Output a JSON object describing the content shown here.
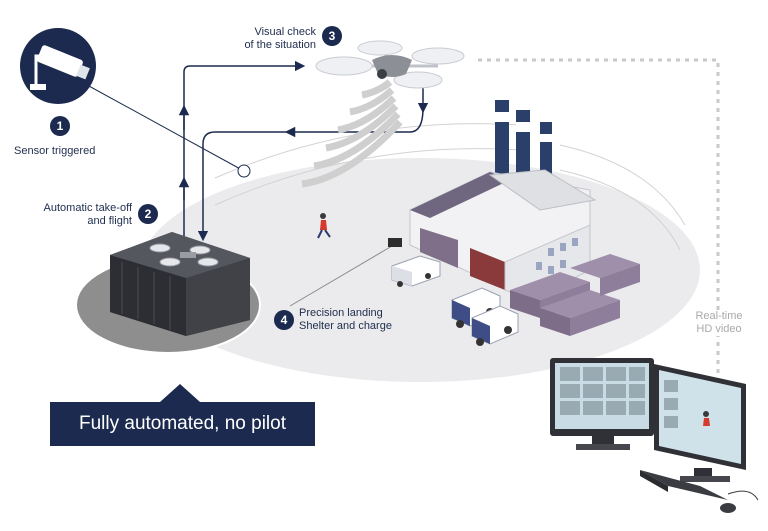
{
  "steps": [
    {
      "number": "1",
      "label": "Sensor triggered"
    },
    {
      "number": "2",
      "label_line1": "Automatic take-off",
      "label_line2": "and flight"
    },
    {
      "number": "3",
      "label_line1": "Visual check",
      "label_line2": "of the situation"
    },
    {
      "number": "4",
      "label_line1": "Precision landing",
      "label_line2": "Shelter and charge"
    }
  ],
  "video_label": {
    "line1": "Real-time",
    "line2": "HD video"
  },
  "banner": "Fully automated, no pilot",
  "colors": {
    "navy": "#1b2a4e",
    "ground": "#e9e9eb",
    "dotted_line": "#c9c9c9",
    "truck_blue": "#3e4d86",
    "container_purple": "#8a7a94"
  },
  "icons": [
    "security-camera-icon",
    "drone-icon",
    "drone-shelter-icon",
    "factory-icon",
    "truck-icon",
    "container-icon",
    "monitor-icon",
    "keyboard-icon",
    "mouse-icon",
    "person-icon"
  ]
}
